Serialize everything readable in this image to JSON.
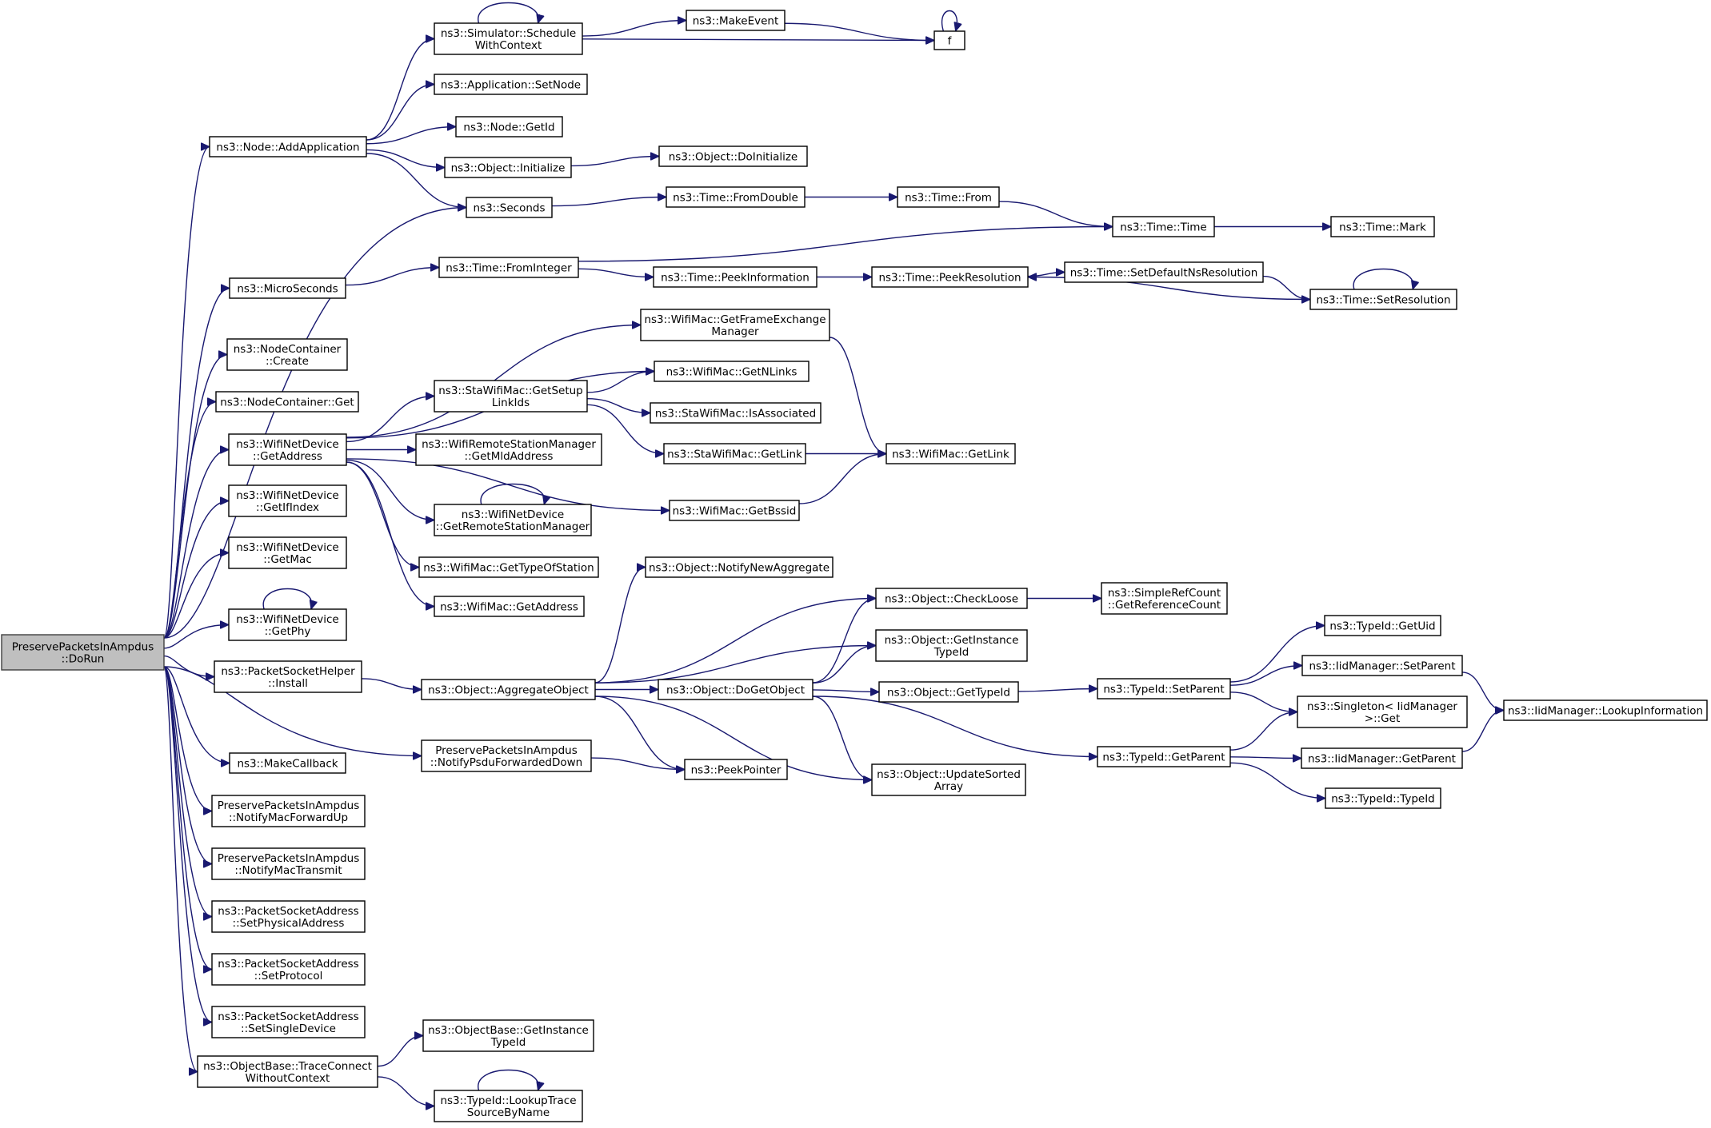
{
  "nodes": [
    {
      "id": "root",
      "lines": [
        "PreservePacketsInAmpdus",
        "::DoRun"
      ]
    },
    {
      "id": "addApplication",
      "lines": [
        "ns3::Node::AddApplication"
      ]
    },
    {
      "id": "microSeconds",
      "lines": [
        "ns3::MicroSeconds"
      ]
    },
    {
      "id": "ncCreate",
      "lines": [
        "ns3::NodeContainer",
        "::Create"
      ]
    },
    {
      "id": "ncGet",
      "lines": [
        "ns3::NodeContainer::Get"
      ]
    },
    {
      "id": "wndGetAddress",
      "lines": [
        "ns3::WifiNetDevice",
        "::GetAddress"
      ]
    },
    {
      "id": "wndGetIfIndex",
      "lines": [
        "ns3::WifiNetDevice",
        "::GetIfIndex"
      ]
    },
    {
      "id": "wndGetMac",
      "lines": [
        "ns3::WifiNetDevice",
        "::GetMac"
      ]
    },
    {
      "id": "wndGetPhy",
      "lines": [
        "ns3::WifiNetDevice",
        "::GetPhy"
      ]
    },
    {
      "id": "pshInstall",
      "lines": [
        "ns3::PacketSocketHelper",
        "::Install"
      ]
    },
    {
      "id": "makeCallback",
      "lines": [
        "ns3::MakeCallback"
      ]
    },
    {
      "id": "notifyMacForwardUp",
      "lines": [
        "PreservePacketsInAmpdus",
        "::NotifyMacForwardUp"
      ]
    },
    {
      "id": "notifyMacTransmit",
      "lines": [
        "PreservePacketsInAmpdus",
        "::NotifyMacTransmit"
      ]
    },
    {
      "id": "psaSetPhysicalAddress",
      "lines": [
        "ns3::PacketSocketAddress",
        "::SetPhysicalAddress"
      ]
    },
    {
      "id": "psaSetProtocol",
      "lines": [
        "ns3::PacketSocketAddress",
        "::SetProtocol"
      ]
    },
    {
      "id": "psaSetSingleDevice",
      "lines": [
        "ns3::PacketSocketAddress",
        "::SetSingleDevice"
      ]
    },
    {
      "id": "traceConnect",
      "lines": [
        "ns3::ObjectBase::TraceConnect",
        "WithoutContext"
      ]
    },
    {
      "id": "scheduleWithContext",
      "lines": [
        "ns3::Simulator::Schedule",
        "WithContext"
      ]
    },
    {
      "id": "appSetNode",
      "lines": [
        "ns3::Application::SetNode"
      ]
    },
    {
      "id": "nodeGetId",
      "lines": [
        "ns3::Node::GetId"
      ]
    },
    {
      "id": "objInitialize",
      "lines": [
        "ns3::Object::Initialize"
      ]
    },
    {
      "id": "seconds",
      "lines": [
        "ns3::Seconds"
      ]
    },
    {
      "id": "timeFromInteger",
      "lines": [
        "ns3::Time::FromInteger"
      ]
    },
    {
      "id": "staGetSetupLinkIds",
      "lines": [
        "ns3::StaWifiMac::GetSetup",
        "LinkIds"
      ]
    },
    {
      "id": "wrsmGetMldAddress",
      "lines": [
        "ns3::WifiRemoteStationManager",
        "::GetMldAddress"
      ]
    },
    {
      "id": "wndGetRemoteStationManager",
      "lines": [
        "ns3::WifiNetDevice",
        "::GetRemoteStationManager"
      ]
    },
    {
      "id": "wmGetTypeOfStation",
      "lines": [
        "ns3::WifiMac::GetTypeOfStation"
      ]
    },
    {
      "id": "wmGetAddress",
      "lines": [
        "ns3::WifiMac::GetAddress"
      ]
    },
    {
      "id": "objAggregateObject",
      "lines": [
        "ns3::Object::AggregateObject"
      ]
    },
    {
      "id": "notifyPsduForwardedDown",
      "lines": [
        "PreservePacketsInAmpdus",
        "::NotifyPsduForwardedDown"
      ]
    },
    {
      "id": "obGetInstanceTypeId",
      "lines": [
        "ns3::ObjectBase::GetInstance",
        "TypeId"
      ]
    },
    {
      "id": "typeIdLookupTrace",
      "lines": [
        "ns3::TypeId::LookupTrace",
        "SourceByName"
      ]
    },
    {
      "id": "makeEvent",
      "lines": [
        "ns3::MakeEvent"
      ]
    },
    {
      "id": "f",
      "lines": [
        "f"
      ]
    },
    {
      "id": "objDoInitialize",
      "lines": [
        "ns3::Object::DoInitialize"
      ]
    },
    {
      "id": "timeFromDouble",
      "lines": [
        "ns3::Time::FromDouble"
      ]
    },
    {
      "id": "timePeekInformation",
      "lines": [
        "ns3::Time::PeekInformation"
      ]
    },
    {
      "id": "wmGetFrameExchangeManager",
      "lines": [
        "ns3::WifiMac::GetFrameExchange",
        "Manager"
      ]
    },
    {
      "id": "wmGetNLinks",
      "lines": [
        "ns3::WifiMac::GetNLinks"
      ]
    },
    {
      "id": "staIsAssociated",
      "lines": [
        "ns3::StaWifiMac::IsAssociated"
      ]
    },
    {
      "id": "staGetLink",
      "lines": [
        "ns3::StaWifiMac::GetLink"
      ]
    },
    {
      "id": "wmGetBssid",
      "lines": [
        "ns3::WifiMac::GetBssid"
      ]
    },
    {
      "id": "objNotifyNewAggregate",
      "lines": [
        "ns3::Object::NotifyNewAggregate"
      ]
    },
    {
      "id": "objDoGetObject",
      "lines": [
        "ns3::Object::DoGetObject"
      ]
    },
    {
      "id": "peekPointer",
      "lines": [
        "ns3::PeekPointer"
      ]
    },
    {
      "id": "timeFrom",
      "lines": [
        "ns3::Time::From"
      ]
    },
    {
      "id": "timePeekResolution",
      "lines": [
        "ns3::Time::PeekResolution"
      ]
    },
    {
      "id": "wmGetLink",
      "lines": [
        "ns3::WifiMac::GetLink"
      ]
    },
    {
      "id": "objCheckLoose",
      "lines": [
        "ns3::Object::CheckLoose"
      ]
    },
    {
      "id": "objGetInstanceTypeId",
      "lines": [
        "ns3::Object::GetInstance",
        "TypeId"
      ]
    },
    {
      "id": "objGetTypeId",
      "lines": [
        "ns3::Object::GetTypeId"
      ]
    },
    {
      "id": "objUpdateSortedArray",
      "lines": [
        "ns3::Object::UpdateSorted",
        "Array"
      ]
    },
    {
      "id": "timeTime",
      "lines": [
        "ns3::Time::Time"
      ]
    },
    {
      "id": "timeSetDefaultNsResolution",
      "lines": [
        "ns3::Time::SetDefaultNsResolution"
      ]
    },
    {
      "id": "srcGetReferenceCount",
      "lines": [
        "ns3::SimpleRefCount",
        "::GetReferenceCount"
      ]
    },
    {
      "id": "typeIdSetParent",
      "lines": [
        "ns3::TypeId::SetParent"
      ]
    },
    {
      "id": "typeIdGetParent",
      "lines": [
        "ns3::TypeId::GetParent"
      ]
    },
    {
      "id": "timeMark",
      "lines": [
        "ns3::Time::Mark"
      ]
    },
    {
      "id": "timeSetResolution",
      "lines": [
        "ns3::Time::SetResolution"
      ]
    },
    {
      "id": "typeIdGetUid",
      "lines": [
        "ns3::TypeId::GetUid"
      ]
    },
    {
      "id": "iidSetParent",
      "lines": [
        "ns3::IidManager::SetParent"
      ]
    },
    {
      "id": "singletonGet",
      "lines": [
        "ns3::Singleton< IidManager",
        ">::Get"
      ]
    },
    {
      "id": "iidGetParent",
      "lines": [
        "ns3::IidManager::GetParent"
      ]
    },
    {
      "id": "typeIdTypeId",
      "lines": [
        "ns3::TypeId::TypeId"
      ]
    },
    {
      "id": "iidLookupInformation",
      "lines": [
        "ns3::IidManager::LookupInformation"
      ]
    }
  ],
  "edges": [
    [
      "root",
      "addApplication"
    ],
    [
      "root",
      "seconds"
    ],
    [
      "root",
      "microSeconds"
    ],
    [
      "root",
      "ncCreate"
    ],
    [
      "root",
      "ncGet"
    ],
    [
      "root",
      "wndGetAddress"
    ],
    [
      "root",
      "wndGetIfIndex"
    ],
    [
      "root",
      "wndGetMac"
    ],
    [
      "root",
      "wndGetPhy"
    ],
    [
      "root",
      "pshInstall"
    ],
    [
      "root",
      "notifyPsduForwardedDown"
    ],
    [
      "root",
      "makeCallback"
    ],
    [
      "root",
      "notifyMacForwardUp"
    ],
    [
      "root",
      "notifyMacTransmit"
    ],
    [
      "root",
      "psaSetPhysicalAddress"
    ],
    [
      "root",
      "psaSetProtocol"
    ],
    [
      "root",
      "psaSetSingleDevice"
    ],
    [
      "root",
      "traceConnect"
    ],
    [
      "addApplication",
      "scheduleWithContext"
    ],
    [
      "addApplication",
      "appSetNode"
    ],
    [
      "addApplication",
      "nodeGetId"
    ],
    [
      "addApplication",
      "objInitialize"
    ],
    [
      "addApplication",
      "seconds"
    ],
    [
      "scheduleWithContext",
      "scheduleWithContext"
    ],
    [
      "scheduleWithContext",
      "makeEvent"
    ],
    [
      "scheduleWithContext",
      "f"
    ],
    [
      "makeEvent",
      "f"
    ],
    [
      "f",
      "f"
    ],
    [
      "objInitialize",
      "objDoInitialize"
    ],
    [
      "seconds",
      "timeFromDouble"
    ],
    [
      "timeFromDouble",
      "timeFrom"
    ],
    [
      "timeFrom",
      "timeTime"
    ],
    [
      "timeTime",
      "timeMark"
    ],
    [
      "microSeconds",
      "timeFromInteger"
    ],
    [
      "timeFromInteger",
      "timeTime"
    ],
    [
      "timeFromInteger",
      "timePeekInformation"
    ],
    [
      "timePeekInformation",
      "timePeekResolution"
    ],
    [
      "timePeekResolution",
      "timeSetDefaultNsResolution"
    ],
    [
      "timeSetDefaultNsResolution",
      "timeSetResolution"
    ],
    [
      "timeSetResolution",
      "timeSetResolution"
    ],
    [
      "timeSetResolution",
      "timePeekResolution"
    ],
    [
      "wndGetAddress",
      "wmGetFrameExchangeManager"
    ],
    [
      "wndGetAddress",
      "wmGetNLinks"
    ],
    [
      "wndGetAddress",
      "staGetSetupLinkIds"
    ],
    [
      "wndGetAddress",
      "wrsmGetMldAddress"
    ],
    [
      "wndGetAddress",
      "wndGetRemoteStationManager"
    ],
    [
      "wndGetAddress",
      "wmGetTypeOfStation"
    ],
    [
      "wndGetAddress",
      "wmGetAddress"
    ],
    [
      "wndGetAddress",
      "wmGetBssid"
    ],
    [
      "staGetSetupLinkIds",
      "wmGetNLinks"
    ],
    [
      "staGetSetupLinkIds",
      "staIsAssociated"
    ],
    [
      "staGetSetupLinkIds",
      "staGetLink"
    ],
    [
      "staGetLink",
      "wmGetLink"
    ],
    [
      "wmGetFrameExchangeManager",
      "wmGetLink"
    ],
    [
      "wmGetBssid",
      "wmGetLink"
    ],
    [
      "wndGetRemoteStationManager",
      "wndGetRemoteStationManager"
    ],
    [
      "wndGetPhy",
      "wndGetPhy"
    ],
    [
      "pshInstall",
      "objAggregateObject"
    ],
    [
      "objAggregateObject",
      "objNotifyNewAggregate"
    ],
    [
      "objAggregateObject",
      "objCheckLoose"
    ],
    [
      "objAggregateObject",
      "objGetInstanceTypeId"
    ],
    [
      "objAggregateObject",
      "objDoGetObject"
    ],
    [
      "objAggregateObject",
      "peekPointer"
    ],
    [
      "objAggregateObject",
      "objUpdateSortedArray"
    ],
    [
      "objDoGetObject",
      "objCheckLoose"
    ],
    [
      "objDoGetObject",
      "objGetInstanceTypeId"
    ],
    [
      "objDoGetObject",
      "objGetTypeId"
    ],
    [
      "objDoGetObject",
      "objUpdateSortedArray"
    ],
    [
      "objDoGetObject",
      "typeIdGetParent"
    ],
    [
      "objCheckLoose",
      "srcGetReferenceCount"
    ],
    [
      "objGetTypeId",
      "typeIdSetParent"
    ],
    [
      "typeIdSetParent",
      "typeIdGetUid"
    ],
    [
      "typeIdSetParent",
      "iidSetParent"
    ],
    [
      "typeIdSetParent",
      "singletonGet"
    ],
    [
      "iidSetParent",
      "iidLookupInformation"
    ],
    [
      "typeIdGetParent",
      "singletonGet"
    ],
    [
      "typeIdGetParent",
      "iidGetParent"
    ],
    [
      "typeIdGetParent",
      "typeIdTypeId"
    ],
    [
      "iidGetParent",
      "iidLookupInformation"
    ],
    [
      "notifyPsduForwardedDown",
      "peekPointer"
    ],
    [
      "traceConnect",
      "obGetInstanceTypeId"
    ],
    [
      "traceConnect",
      "typeIdLookupTrace"
    ],
    [
      "typeIdLookupTrace",
      "typeIdLookupTrace"
    ]
  ]
}
